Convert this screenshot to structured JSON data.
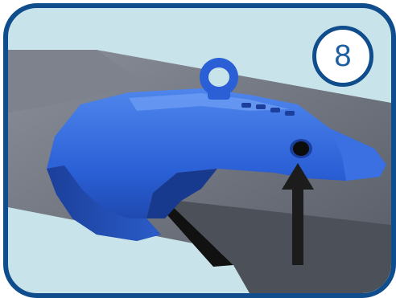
{
  "step": {
    "number": "8"
  },
  "scene": {
    "subject": "blue-beam-clamp-with-lifting-eye",
    "indicator": "arrow-pointing-up-to-locking-button"
  },
  "colors": {
    "frame_border": "#0f4d8c",
    "background": "#c9e3ea",
    "clamp_blue": "#2a5fd6",
    "beam_gray": "#6a6f79",
    "arrow": "#1c1c1c",
    "badge_text": "#1f5fa0"
  }
}
